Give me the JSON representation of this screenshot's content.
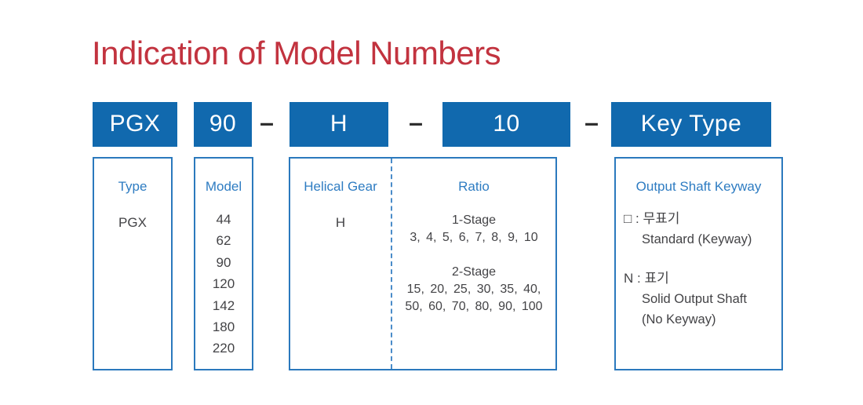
{
  "title": "Indication of Model Numbers",
  "colors": {
    "accent_red": "#C2333F",
    "box_blue": "#1169AE",
    "border_blue": "#2B79BD",
    "heading_blue": "#2E7CC2",
    "body_text": "#434346"
  },
  "model_code": {
    "segments": [
      {
        "label": "PGX"
      },
      {
        "label": "90"
      },
      {
        "label": "H"
      },
      {
        "label": "10"
      },
      {
        "label": "Key Type"
      }
    ],
    "separator": "–"
  },
  "panels": {
    "type": {
      "heading": "Type",
      "value": "PGX"
    },
    "model": {
      "heading": "Model",
      "values": [
        "44",
        "62",
        "90",
        "120",
        "142",
        "180",
        "220"
      ]
    },
    "helical_gear": {
      "heading": "Helical Gear",
      "value": "H"
    },
    "ratio": {
      "heading": "Ratio",
      "groups": [
        {
          "stage": "1-Stage",
          "lines": [
            "3, 4, 5, 6, 7, 8, 9, 10"
          ]
        },
        {
          "stage": "2-Stage",
          "lines": [
            "15, 20, 25, 30, 35, 40,",
            "50, 60, 70, 80, 90, 100"
          ]
        }
      ]
    },
    "keyway": {
      "heading": "Output Shaft Keyway",
      "options": [
        {
          "symbol": "□ : 무표기",
          "lines": [
            "Standard (Keyway)"
          ]
        },
        {
          "symbol": "N : 표기",
          "lines": [
            "Solid Output Shaft",
            "(No Keyway)"
          ]
        }
      ]
    }
  }
}
